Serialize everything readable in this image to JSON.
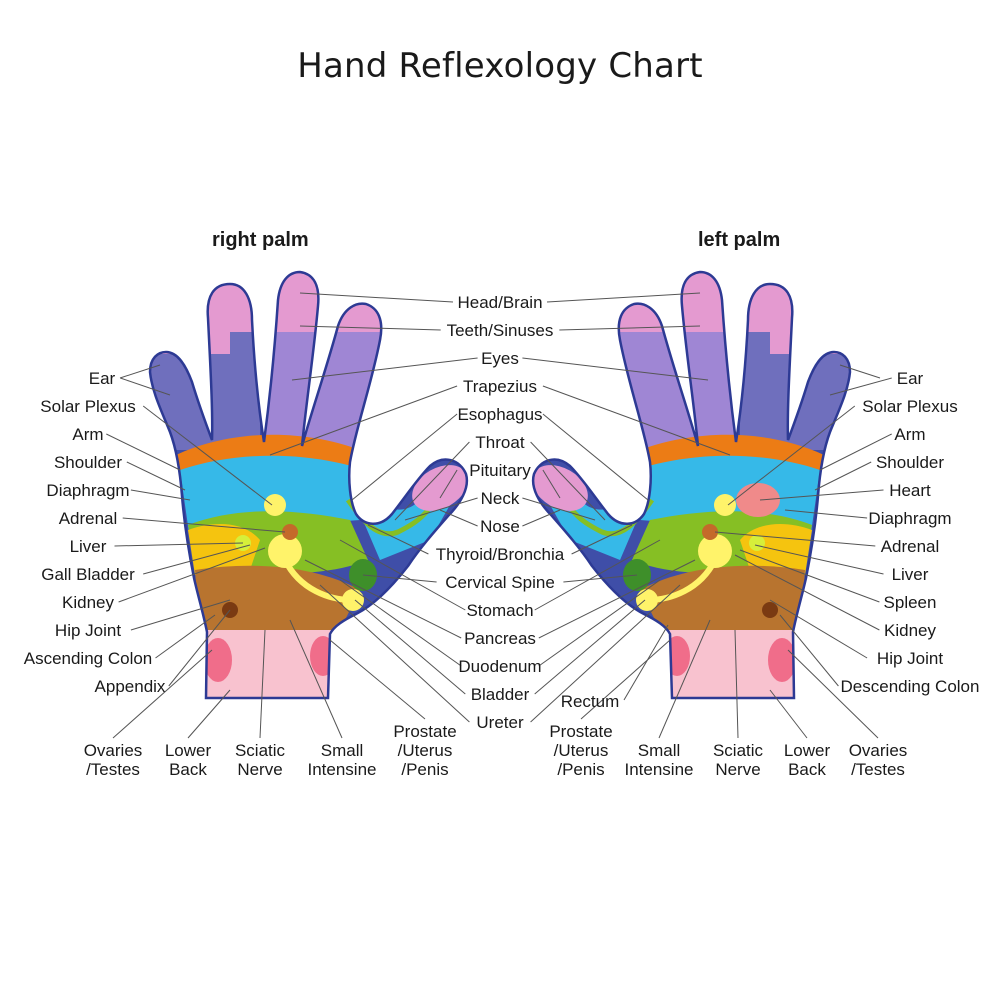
{
  "title": "Hand Reflexology Chart",
  "palms": {
    "right": "right palm",
    "left": "left palm"
  },
  "center_labels": [
    "Head/Brain",
    "Teeth/Sinuses",
    "Eyes",
    "Trapezius",
    "Esophagus",
    "Throat",
    "Pituitary",
    "Neck",
    "Nose",
    "Thyroid/Bronchia",
    "Cervical Spine",
    "Stomach",
    "Pancreas",
    "Duodenum",
    "Bladder",
    "Ureter"
  ],
  "left_side_labels": [
    "Ear",
    "Solar Plexus",
    "Arm",
    "Shoulder",
    "Diaphragm",
    "Adrenal",
    "Liver",
    "Gall Bladder",
    "Kidney",
    "Hip Joint",
    "Ascending Colon",
    "Appendix"
  ],
  "right_side_labels": [
    "Ear",
    "Solar Plexus",
    "Arm",
    "Shoulder",
    "Heart",
    "Diaphragm",
    "Adrenal",
    "Liver",
    "Spleen",
    "Kidney",
    "Hip Joint",
    "Descending Colon"
  ],
  "bottom_right_palm": [
    [
      "Ovaries",
      "/Testes"
    ],
    [
      "Lower",
      "Back"
    ],
    [
      "Sciatic",
      "Nerve"
    ],
    [
      "Small",
      "Intensine"
    ],
    [
      "Prostate",
      "/Uterus",
      "/Penis"
    ]
  ],
  "bottom_left_palm": [
    "Rectum",
    [
      "Prostate",
      "/Uterus",
      "/Penis"
    ],
    [
      "Small",
      "Intensine"
    ],
    [
      "Sciatic",
      "Nerve"
    ],
    [
      "Lower",
      "Back"
    ],
    [
      "Ovaries",
      "/Testes"
    ]
  ],
  "colors": {
    "finger_violet": "#9f86d4",
    "finger_blue": "#6f6fbd",
    "fingertip_pink": "#e49ad0",
    "wrist_pink": "#f8c2cf",
    "sky_blue": "#36b9e8",
    "orange": "#ec7c15",
    "yellow": "#f5c40f",
    "green": "#86bf24",
    "brown": "#b8742f",
    "navy": "#3f4ea8"
  }
}
